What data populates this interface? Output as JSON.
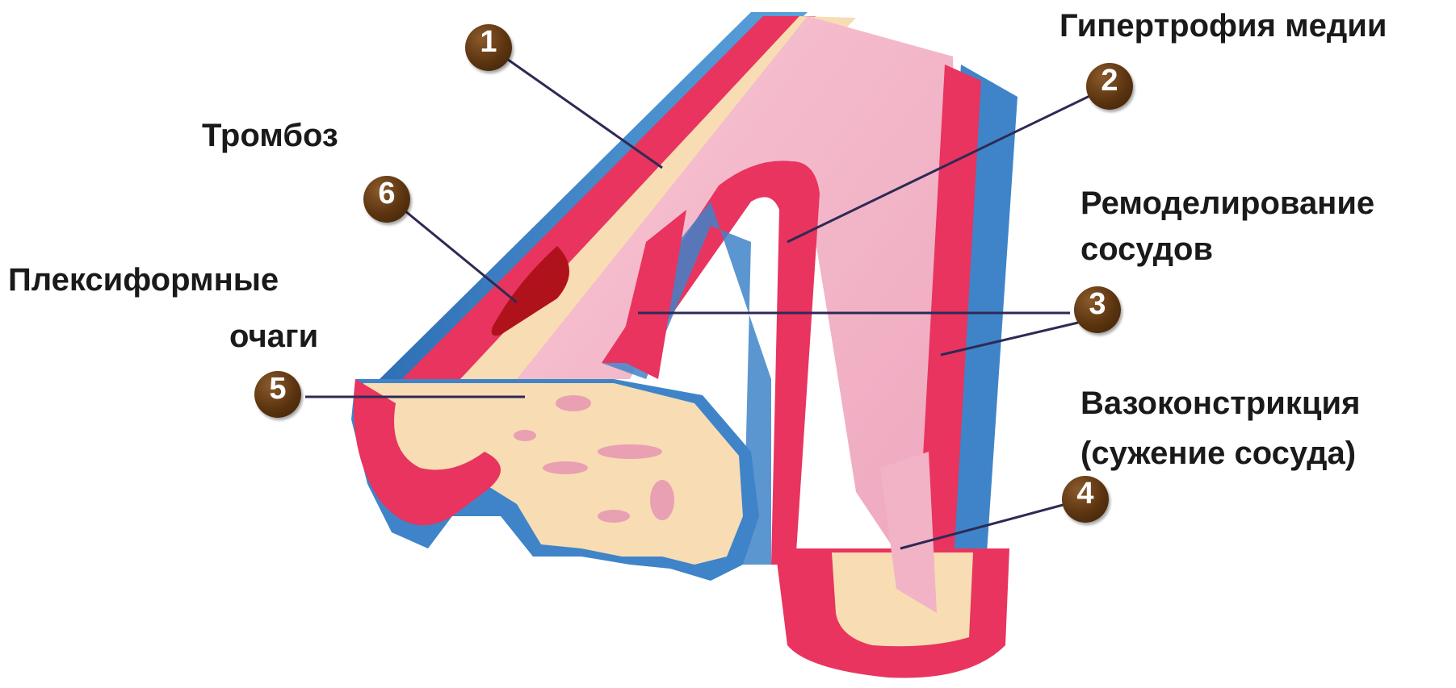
{
  "labels": {
    "hypertrophy": "Гипертрофия медии",
    "thrombosis": "Тромбоз",
    "remodeling_line1": "Ремоделирование",
    "remodeling_line2": "сосудов",
    "plexiform_line1": "Плексиформные",
    "plexiform_line2": "очаги",
    "vasoconstriction_line1": "Вазоконстрикция",
    "vasoconstriction_line2": "(сужение сосуда)"
  },
  "markers": [
    "1",
    "2",
    "3",
    "4",
    "5",
    "6"
  ],
  "colors": {
    "adventitia_blue": "#3f84c8",
    "media_red": "#e8345e",
    "intima_pink": "#f2b3c6",
    "plexiform_cream": "#f7dcb4",
    "thrombus_red": "#b0121c",
    "marker_brown": "#5b3410",
    "leader_line": "#2e2a55"
  }
}
